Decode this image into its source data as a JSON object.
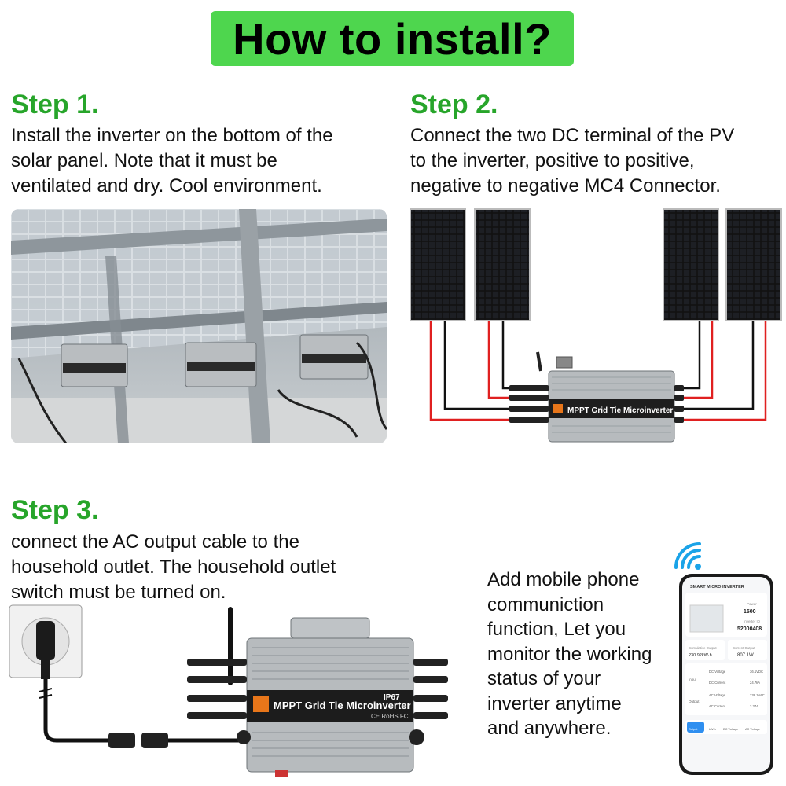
{
  "header": {
    "title": "How to install?"
  },
  "step1": {
    "heading": "Step 1.",
    "lines": [
      "Install the inverter on the bottom of the",
      "solar panel. Note that it must be",
      "ventilated and dry. Cool environment."
    ]
  },
  "step2": {
    "heading": "Step 2.",
    "lines": [
      "Connect the two DC terminal of the PV",
      "to the inverter, positive to positive,",
      "negative to negative MC4 Connector."
    ]
  },
  "step3": {
    "heading": "Step 3.",
    "lines": [
      "connect the AC output cable to the",
      "household outlet. The household outlet",
      "switch must be turned on."
    ]
  },
  "mobile": {
    "lines": [
      "Add mobile phone",
      "communiction",
      "function, Let you",
      "monitor the working",
      "status of your",
      "inverter anytime",
      "and anywhere."
    ]
  },
  "inverter": {
    "label": "MPPT Grid Tie Microinverter",
    "rating": "IP67",
    "marks": "CE RoHS FC"
  },
  "app": {
    "header": "SMART MICRO INVERTER",
    "power_label": "Power",
    "power_value": "1500",
    "id_label": "Inverter ID",
    "id_value": "52000408",
    "cumulative_label": "Cumulative Output",
    "cumulative_value": "230.92kW·h",
    "current_label": "Current Output",
    "current_value": "807.1W",
    "input_label": "Input",
    "output_label": "Output",
    "dc_voltage_label": "DC Voltage",
    "dc_voltage_value": "36.1VDC",
    "dc_current_label": "DC Current",
    "dc_current_value": "24.7kA",
    "ac_voltage_label": "AC Voltage",
    "ac_voltage_value": "238.1VAC",
    "ac_current_label": "AC Current",
    "ac_current_value": "3.37A",
    "nav": [
      "Output",
      "kW-h",
      "DC Voltage",
      "AC Voltage"
    ]
  },
  "colors": {
    "accent_green": "#4ed64e",
    "heading_green": "#27a52a",
    "wire_red": "#e02020",
    "wifi_blue": "#1aa3e8"
  }
}
